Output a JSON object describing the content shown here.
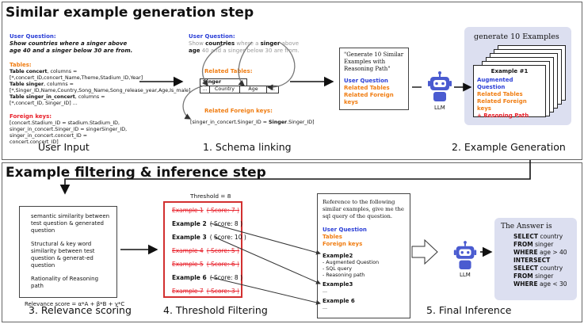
{
  "top_title": "Similar example generation step",
  "bottom_title": "Example filtering & inference step",
  "colors": {
    "blue": "#2b3fd6",
    "orange": "#f07d12",
    "red": "#e8202a",
    "panel_bg": "#dcdff0",
    "robot": "#4a5bd0"
  },
  "user_input": {
    "question_label": "User Question:",
    "question_text": "Show countries where a singer above age 40 and a singer below 30 are from.",
    "tables_label": "Tables:",
    "tables": [
      {
        "name": "Table concert",
        "cols": ", columns = [*,concert_ID,concert_Name,Theme,Stadium_ID,Year]"
      },
      {
        "name": "Table singer",
        "cols": ", columns = [*,Singer_ID,Name,Country,Song_Name,Song_release_year,Age,Is_male]"
      },
      {
        "name": "Table singer_in_concert",
        "cols": ", columns = [*,concert_ID, Singer_ID]"
      }
    ],
    "tables_more": "...",
    "fk_label": "Foreign keys:",
    "fk_lines": [
      "[concert.Stadium_ID = stadium.Stadium_ID,",
      "singer_in_concert.Singer_ID = singerSinger_ID,",
      "singer_in_concert.concert_ID = concert.concert_ID]"
    ],
    "caption": "User Input"
  },
  "schema_linking": {
    "question_label": "User Question:",
    "q_parts": [
      "Show ",
      "countries",
      " where a ",
      "singer",
      " above ",
      "age",
      " 40 and a singer below 30 are from."
    ],
    "related_tables_label": "Related Tables:",
    "table_name": "Singer",
    "table_cols": [
      "...",
      "Country",
      "Age",
      "..."
    ],
    "related_fk_label": "Related Foreign keys:",
    "fk_text_pre": "[singer_in_concert.Singer_ID = ",
    "fk_text_bold": "Singer",
    "fk_text_post": ".Singer_ID]",
    "caption": "1. Schema linking"
  },
  "generation": {
    "prompt_text": "\"Generate 10 Similar Examples with Reasoning Path\"",
    "items": [
      "User Question",
      "Related Tables",
      "Related Foreign keys"
    ],
    "llm_label": "LLM",
    "panel_title": "generate 10 Examples",
    "card_title": "Example #1",
    "card_items": [
      "Augmented Question",
      "Related Tables",
      "Related Foreign keys",
      "+ Resoning Path"
    ],
    "caption": "2. Example Generation"
  },
  "relevance": {
    "lines": [
      "semantic similarity between test question & generated question",
      "Structural & key word similarity between test question & generat-ed question",
      "Rationality of Reasoning path"
    ],
    "formula": "Relevance score = α*A + β*B + γ*C",
    "caption": "3. Relevance scoring"
  },
  "threshold": {
    "label": "Threshold = 8",
    "rows": [
      {
        "name": "Example 1",
        "score": "( Score: 7 )",
        "kept": false
      },
      {
        "name": "Example 2",
        "score": "( Score: 8 )",
        "kept": true
      },
      {
        "name": "Example 3",
        "score": "( Score: 10 )",
        "kept": true
      },
      {
        "name": "Example 4",
        "score": "( Score: 5 )",
        "kept": false
      },
      {
        "name": "Example 5",
        "score": "( Score: 6 )",
        "kept": false
      },
      {
        "name": "Example 6",
        "score": "( Score: 8 )",
        "kept": true
      },
      {
        "name": "Example 7",
        "score": "( Score: 3 )",
        "kept": false
      }
    ],
    "caption": "4. Threshold Filtering"
  },
  "inference": {
    "intro": "Reference to the following similar examples, give me the sql query of the question.",
    "items": [
      "User Question",
      "Tables",
      "Foreign keys"
    ],
    "ex2_title": "Example2",
    "ex2_lines": [
      "- Augmented Question",
      "- SQL query",
      "- Reasoning path"
    ],
    "ex3_title": "Example3",
    "ex6_title": "Example 6",
    "ellipsis": "...",
    "llm_label": "LLM",
    "answer_title": "The Answer is",
    "answer_lines": [
      {
        "kw": "SELECT",
        "rest": " country"
      },
      {
        "kw": "FROM",
        "rest": " singer"
      },
      {
        "kw": "WHERE",
        "rest": " age  >  40"
      },
      {
        "kw": "INTERSECT",
        "rest": ""
      },
      {
        "kw": "SELECT",
        "rest": " country"
      },
      {
        "kw": "FROM",
        "rest": " singer"
      },
      {
        "kw": "WHERE",
        "rest": " age  <  30"
      }
    ],
    "caption": "5. Final Inference"
  }
}
